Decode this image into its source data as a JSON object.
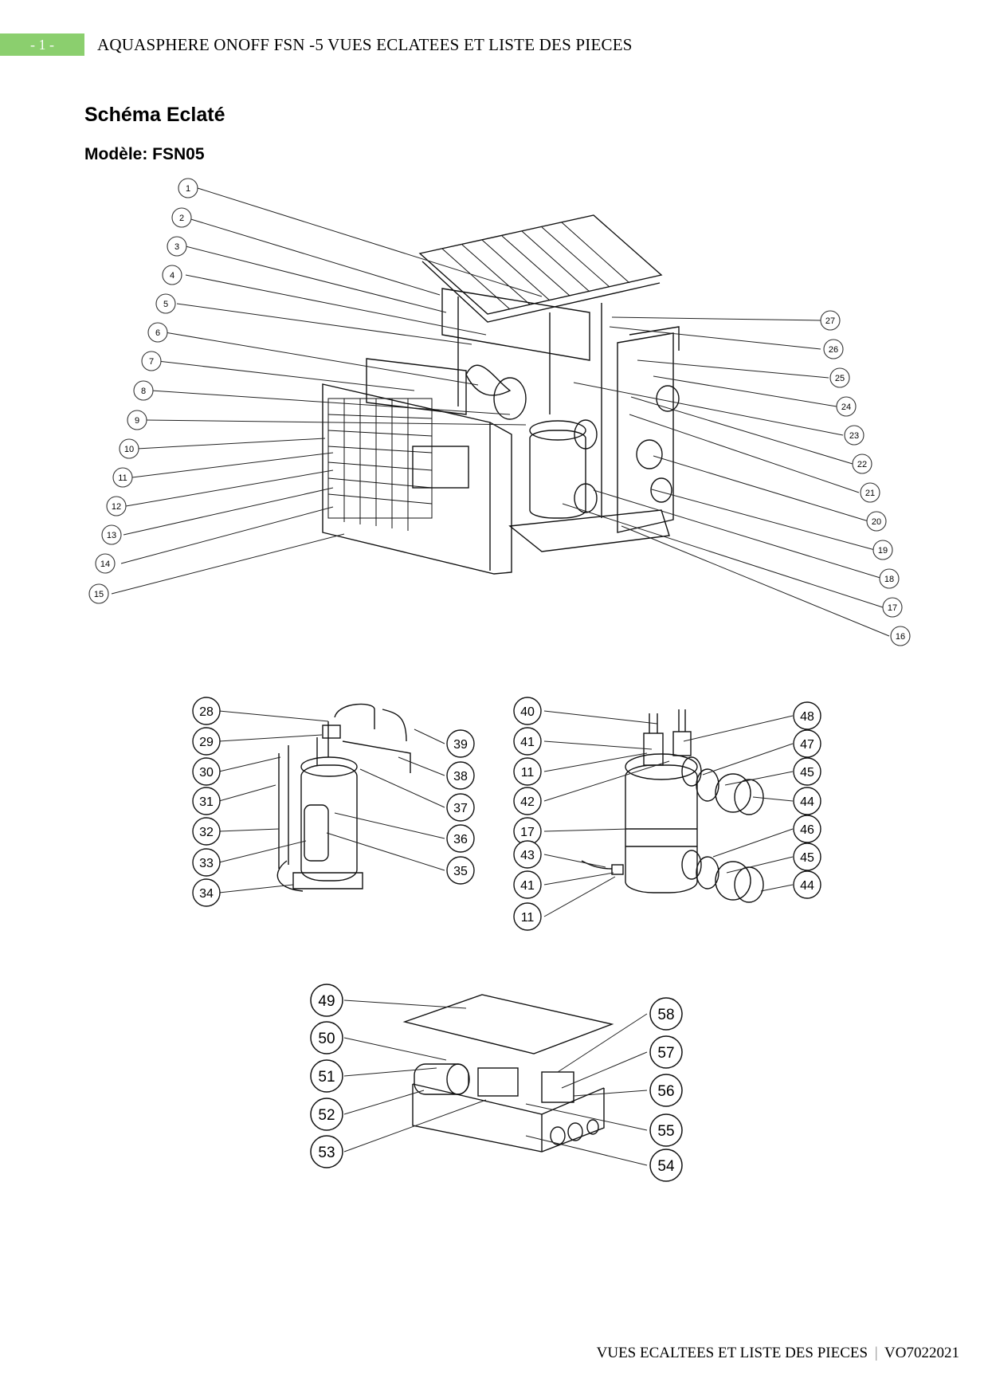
{
  "header": {
    "page_tab": "- 1 -",
    "title": "AQUASPHERE ONOFF FSN -5 VUES ECLATEES ET LISTE DES PIECES"
  },
  "section_title": "Schéma Eclaté",
  "model_label": "Modèle: FSN05",
  "diagram1": {
    "callouts": [
      "1",
      "2",
      "3",
      "4",
      "5",
      "6",
      "7",
      "8",
      "9",
      "10",
      "11",
      "12",
      "13",
      "14",
      "15",
      "16",
      "17",
      "18",
      "19",
      "20",
      "21",
      "22",
      "23",
      "24",
      "25",
      "26",
      "27"
    ]
  },
  "diagram2": {
    "callouts": [
      "28",
      "29",
      "30",
      "31",
      "32",
      "33",
      "34",
      "39",
      "38",
      "37",
      "36",
      "35"
    ]
  },
  "diagram3": {
    "callouts": [
      "40",
      "41",
      "11",
      "42",
      "17",
      "43",
      "41",
      "11",
      "48",
      "47",
      "45",
      "44",
      "46",
      "45",
      "44"
    ]
  },
  "diagram4": {
    "callouts": [
      "49",
      "50",
      "51",
      "52",
      "53",
      "58",
      "57",
      "56",
      "55",
      "54"
    ]
  },
  "footer": {
    "left": "VUES ECALTEES ET LISTE DES PIECES",
    "separator": "|",
    "right": "VO7022021"
  }
}
